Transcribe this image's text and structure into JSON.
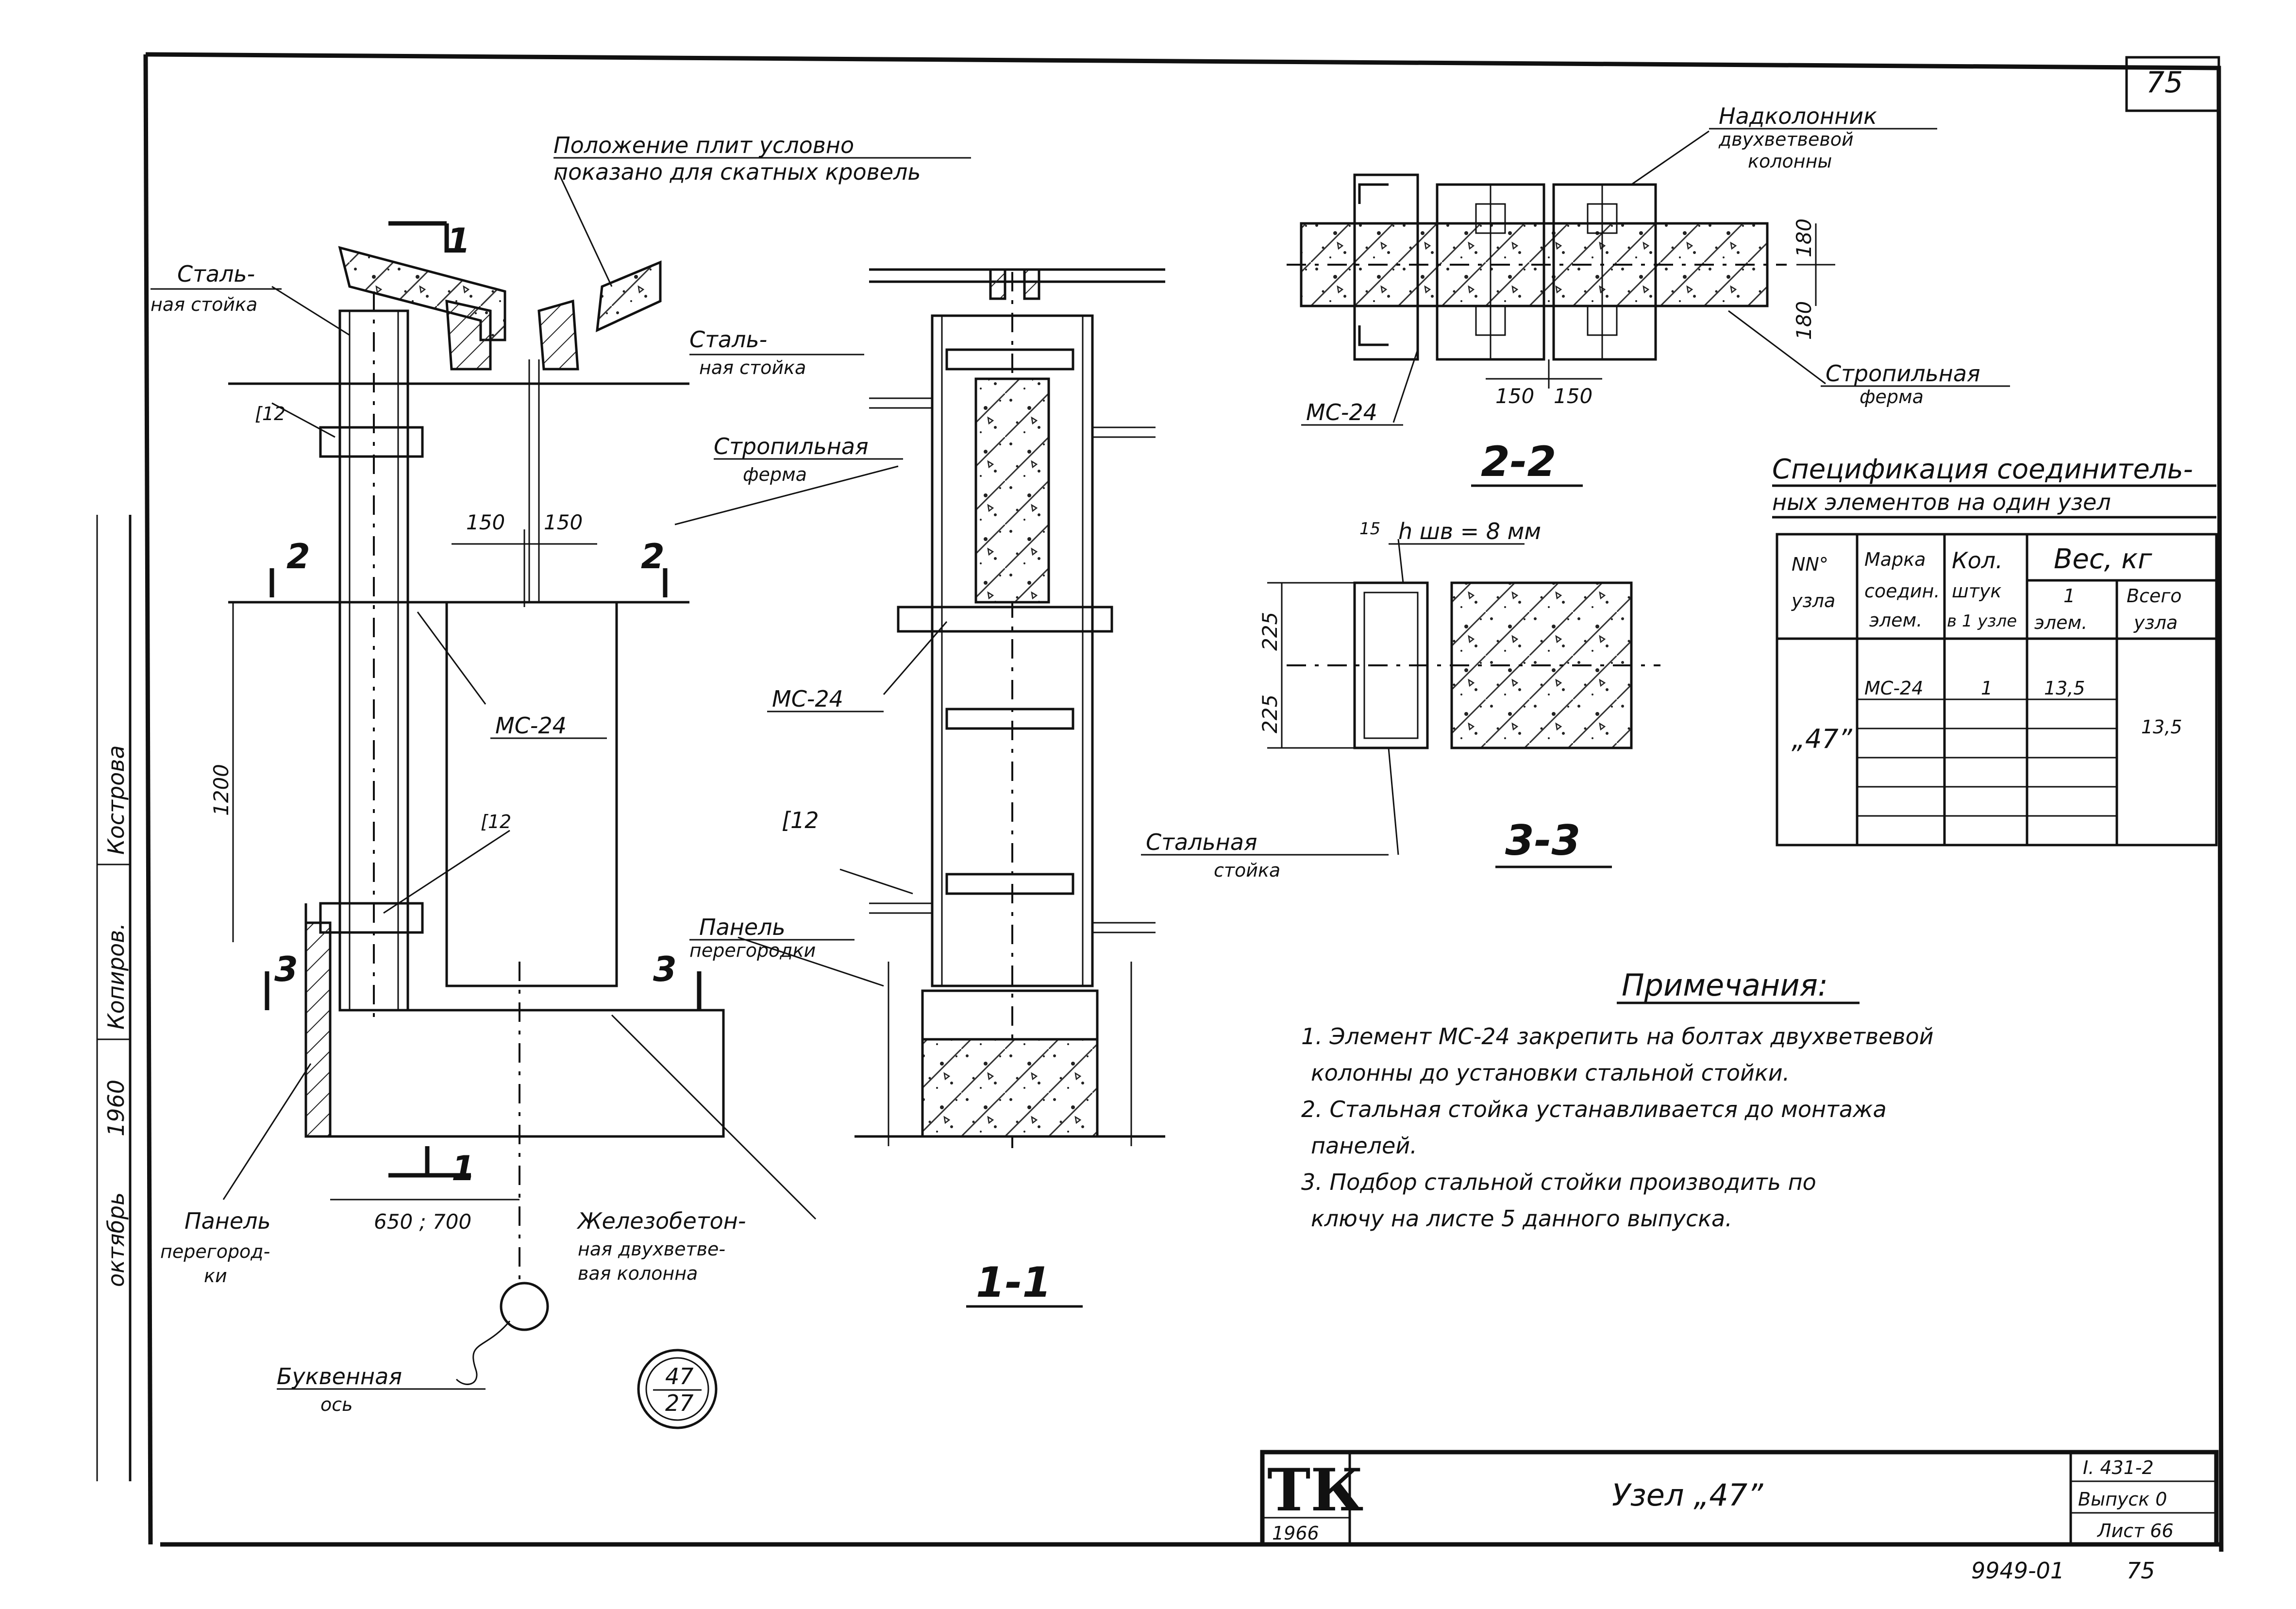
{
  "sheet_number": "75",
  "labels": {
    "plate_note_1": "Положение плит условно",
    "plate_note_2": "показано для скатных кровель",
    "steel_post_1": "Сталь-",
    "steel_post_2": "ная стойка",
    "c12": "[12",
    "rafter_truss_1": "Стропильная",
    "rafter_truss_2": "ферма",
    "mc24": "МС-24",
    "partition_panel_1": "Панель",
    "partition_panel_2": "перегородки",
    "partition_panel_left_2": "перегород-",
    "partition_panel_left_3": "ки",
    "rc_column_1": "Железобетон-",
    "rc_column_2": "ная двухветве-",
    "rc_column_3": "вая колонна",
    "letter_axis_1": "Буквенная",
    "letter_axis_2": "ось",
    "column_cap_1": "Надколонник",
    "column_cap_2": "двухветвевой",
    "column_cap_3": "колонны",
    "steel_post_33_1": "Стальная",
    "steel_post_33_2": "стойка",
    "weld_note": "h шв = 8 мм"
  },
  "sections": {
    "s1": "1-1",
    "s2": "2-2",
    "s3": "3-3",
    "cut_1": "1",
    "cut_2": "2",
    "cut_3": "3"
  },
  "dimensions": {
    "d150": "150",
    "d180": "180",
    "d225": "225",
    "d15": "15",
    "d1200": "1200",
    "d650": "650 ; 700"
  },
  "node_ref": {
    "top": "47",
    "bottom": "27"
  },
  "spec_table": {
    "title_1": "Спецификация соединитель-",
    "title_2": "ных элементов на один узел",
    "headers": {
      "node_no": [
        "NN°",
        "узла"
      ],
      "mark": [
        "Марка",
        "соедин.",
        "элем."
      ],
      "qty": [
        "Кол.",
        "штук",
        "в 1 узле"
      ],
      "weight": "Вес, кг",
      "per_elem": [
        "1",
        "элем."
      ],
      "total": [
        "Всего",
        "узла"
      ]
    },
    "row": {
      "node": "„47”",
      "mark": "МС-24",
      "qty": "1",
      "weight_each": "13,5",
      "weight_total": "13,5"
    }
  },
  "notes": {
    "title": "Примечания:",
    "items": [
      "1. Элемент МС-24 закрепить на болтах двухветвевой",
      "колонны до установки  стальной  стойки.",
      "2.  Стальная  стойка устанавливается до монтажа",
      "панелей.",
      "3. Подбор  стальной  стойки производить по",
      "ключу на листе 5 данного выпуска."
    ]
  },
  "title_block": {
    "logo": "ТК",
    "year": "1966",
    "title": "Узел „47”",
    "series": "I. 431-2",
    "issue": "Выпуск 0",
    "sheet": "Лист 66",
    "archive_no": "9949-01",
    "archive_sheet": "75"
  },
  "margin_stamp": {
    "copied": "Копиров.",
    "name": "Кострова",
    "year": "1960",
    "month": "октябрь"
  }
}
